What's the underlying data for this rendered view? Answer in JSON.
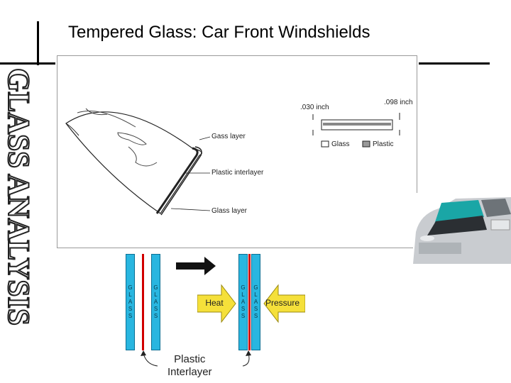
{
  "slide": {
    "title": "Tempered Glass: Car Front Windshields",
    "side_title": "GLASS ANALYSIS"
  },
  "windshield_diagram": {
    "labels": {
      "glass_layer_top": "Gass layer",
      "plastic_interlayer": "Plastic interlayer",
      "glass_layer_bottom": "Glass layer"
    },
    "thickness": {
      "thin": ".030 inch",
      "thick": ".098 inch"
    },
    "legend": {
      "glass": "Glass",
      "plastic": "Plastic"
    }
  },
  "lamination_diagram": {
    "glass_letters": [
      "G",
      "L",
      "A",
      "S",
      "S"
    ],
    "heat": "Heat",
    "pressure": "Pressure",
    "plastic_line1": "Plastic",
    "plastic_line2": "Interlayer"
  },
  "colors": {
    "glass": "#29b6e0",
    "interlayer": "#d10000",
    "arrow": "#f5e03a",
    "car_tint": "#1aa6a6"
  }
}
